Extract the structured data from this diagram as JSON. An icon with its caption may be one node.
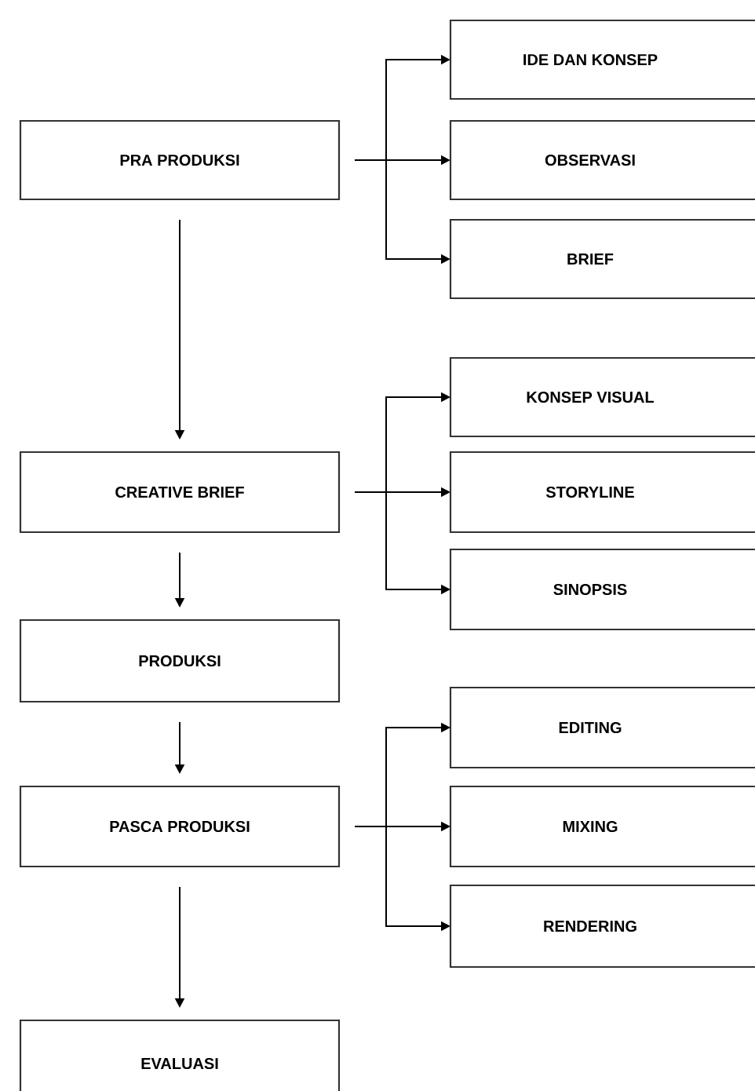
{
  "diagram": {
    "nodes": [
      {
        "text": [
          "PRA PRODUKSI"
        ]
      },
      {
        "text": [
          "IDE DAN KONSEP"
        ]
      },
      {
        "text": [
          "OBSERVASI"
        ]
      },
      {
        "text": [
          "BRIEF"
        ]
      },
      {
        "text": [
          "CREATIVE BRIEF"
        ]
      },
      {
        "text": [
          "KONSEP VISUAL"
        ]
      },
      {
        "text": [
          "STORYLINE"
        ]
      },
      {
        "text": [
          "SINOPSIS"
        ]
      },
      {
        "text": [
          "PRODUKSI"
        ]
      },
      {
        "text": [
          "PASCA PRODUKSI"
        ]
      },
      {
        "text": [
          "EDITING"
        ]
      },
      {
        "text": [
          "MIXING"
        ]
      },
      {
        "text": [
          "RENDERING"
        ]
      },
      {
        "text": [
          "EVALUASI"
        ]
      }
    ],
    "edges": [
      {
        "from": 0,
        "to": 1,
        "arrow": "to"
      },
      {
        "from": 0,
        "to": 2,
        "arrow": "to"
      },
      {
        "from": 0,
        "to": 3,
        "arrow": "to"
      },
      {
        "from": 0,
        "to": 4,
        "arrow": "to"
      },
      {
        "from": 4,
        "to": 5,
        "arrow": "to"
      },
      {
        "from": 4,
        "to": 6,
        "arrow": "to"
      },
      {
        "from": 4,
        "to": 7,
        "arrow": "to"
      },
      {
        "from": 4,
        "to": 8,
        "arrow": "to"
      },
      {
        "from": 8,
        "to": 9,
        "arrow": "to"
      },
      {
        "from": 9,
        "to": 10,
        "arrow": "to"
      },
      {
        "from": 9,
        "to": 11,
        "arrow": "to"
      },
      {
        "from": 9,
        "to": 12,
        "arrow": "to"
      },
      {
        "from": 9,
        "to": 13,
        "arrow": "to"
      }
    ]
  }
}
